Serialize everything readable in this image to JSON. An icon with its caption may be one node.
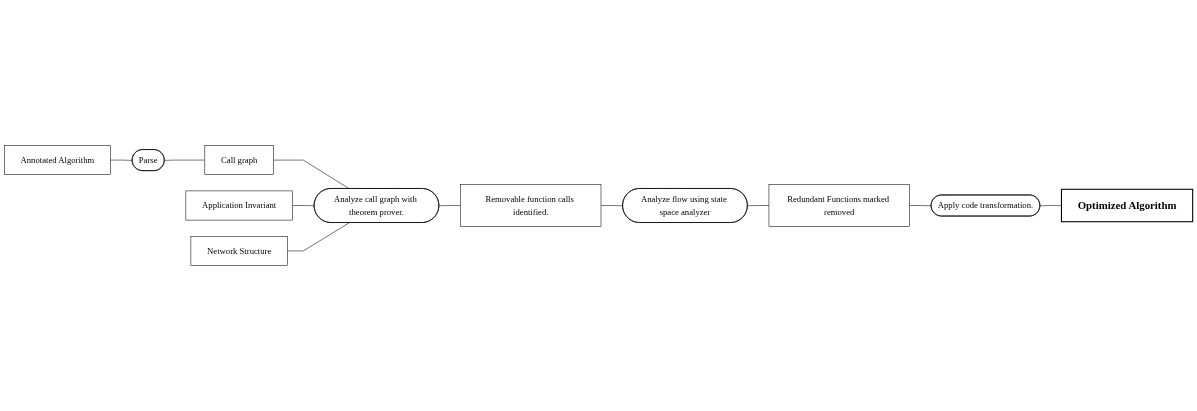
{
  "diagram": {
    "nodes": [
      {
        "text": [
          "Annotated Algorithm"
        ]
      },
      {
        "text": [
          "Parse"
        ]
      },
      {
        "text": [
          "Call graph"
        ]
      },
      {
        "text": [
          "Application Invariant"
        ]
      },
      {
        "text": [
          "Network Structure"
        ]
      },
      {
        "text": [
          "Analyze call graph with theorem prover."
        ]
      },
      {
        "text": [
          "Removable function calls identified."
        ]
      },
      {
        "text": [
          "Analyze flow using state space analyzer"
        ]
      },
      {
        "text": [
          "Redundant Functions marked removed"
        ]
      },
      {
        "text": [
          "Apply code transformation."
        ]
      },
      {
        "text": [
          "Optimized Algorithm"
        ]
      }
    ],
    "edges": [
      {
        "from": 0,
        "to": 1,
        "arrow": "none"
      },
      {
        "from": 1,
        "to": 2,
        "arrow": "none"
      },
      {
        "from": 2,
        "to": 5,
        "arrow": "none"
      },
      {
        "from": 3,
        "to": 5,
        "arrow": "none"
      },
      {
        "from": 4,
        "to": 5,
        "arrow": "none"
      },
      {
        "from": 5,
        "to": 6,
        "arrow": "none"
      },
      {
        "from": 6,
        "to": 7,
        "arrow": "none"
      },
      {
        "from": 7,
        "to": 8,
        "arrow": "none"
      },
      {
        "from": 8,
        "to": 9,
        "arrow": "none"
      },
      {
        "from": 9,
        "to": 10,
        "arrow": "none"
      }
    ]
  }
}
